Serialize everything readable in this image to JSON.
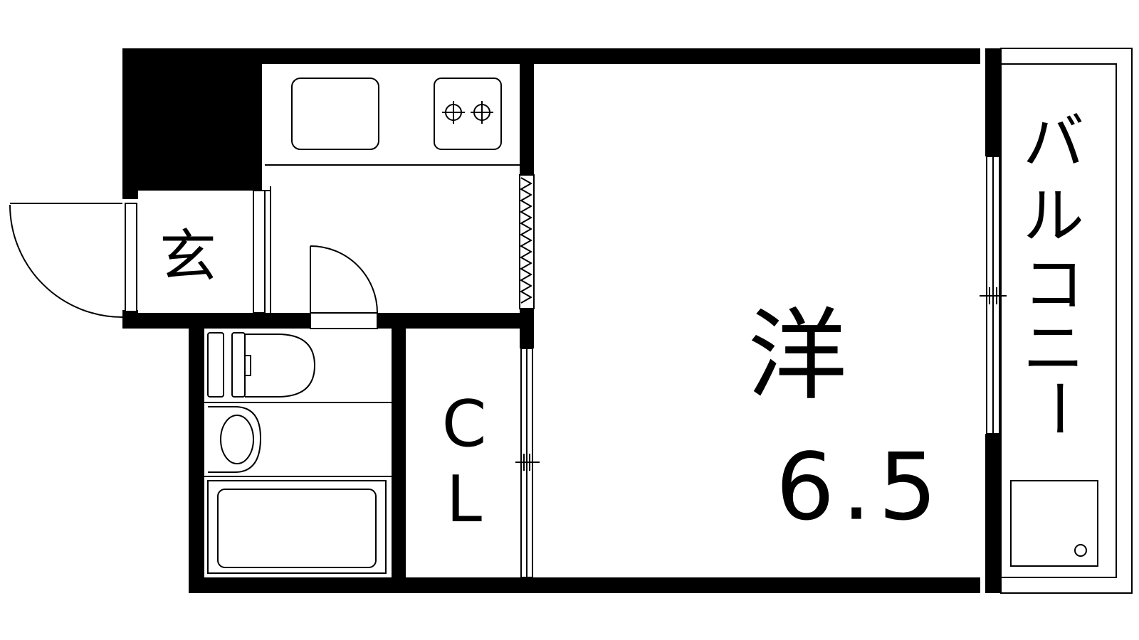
{
  "labels": {
    "entrance": "玄",
    "closet_top": "C",
    "closet_bottom": "L",
    "room_type": "洋",
    "room_size": "6.5",
    "balcony": [
      "バ",
      "ル",
      "コ",
      "ニ",
      "ー"
    ]
  },
  "colors": {
    "wall": "#000000",
    "line": "#000000",
    "background": "#ffffff"
  }
}
